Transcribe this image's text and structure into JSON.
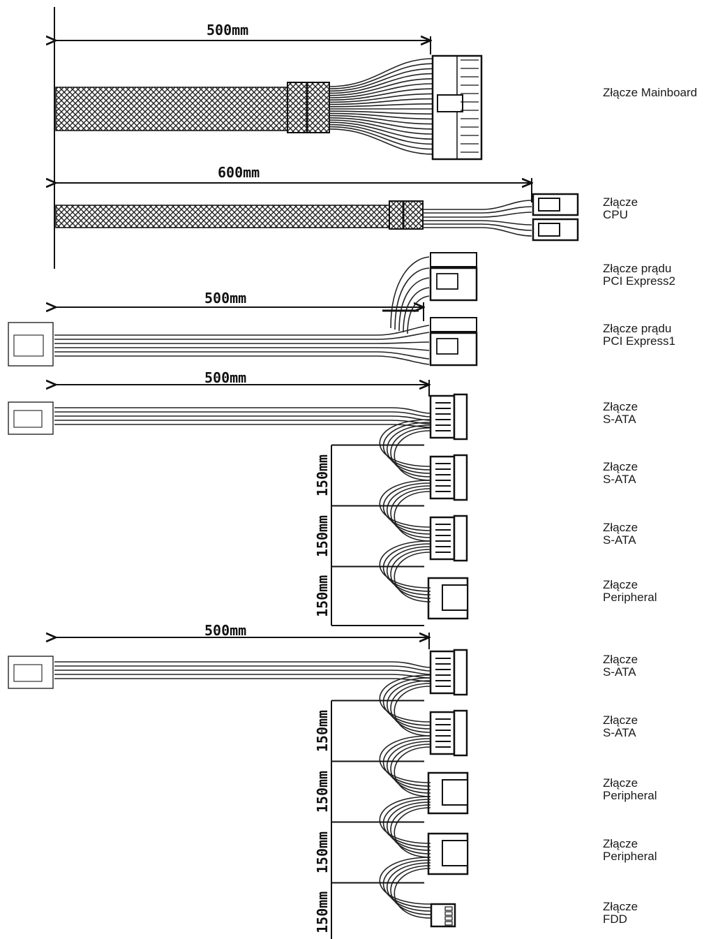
{
  "dimensions": {
    "mainboard_length": "500mm",
    "cpu_length": "600mm",
    "pcie_length": "500mm",
    "sata1_length": "500mm",
    "sata2_length": "500mm",
    "segment": "150mm"
  },
  "labels": {
    "mainboard": [
      "Złącze Mainboard"
    ],
    "cpu": [
      "Złącze",
      "CPU"
    ],
    "pcie2": [
      "Złącze prądu",
      "PCI Express2"
    ],
    "pcie1": [
      "Złącze prądu",
      "PCI Express1"
    ],
    "harness1": [
      [
        "Złącze",
        "S-ATA"
      ],
      [
        "Złącze",
        "S-ATA"
      ],
      [
        "Złącze",
        "S-ATA"
      ],
      [
        "Złącze",
        "Peripheral"
      ]
    ],
    "harness2": [
      [
        "Złącze",
        "S-ATA"
      ],
      [
        "Złącze",
        "S-ATA"
      ],
      [
        "Złącze",
        "Peripheral"
      ],
      [
        "Złącze",
        "Peripheral"
      ],
      [
        "Złącze",
        "FDD"
      ]
    ]
  },
  "colors": {
    "line": "#111111",
    "background": "#ffffff"
  }
}
